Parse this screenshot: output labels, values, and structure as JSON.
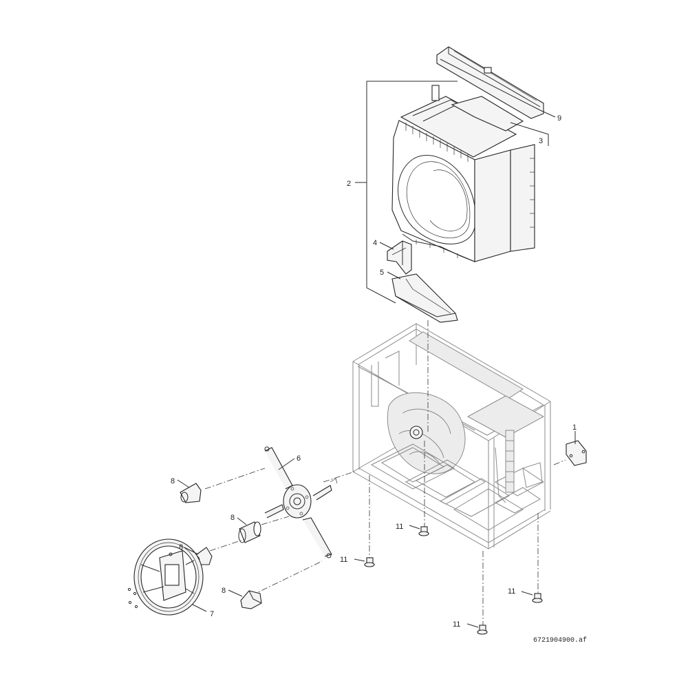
{
  "callouts": {
    "c1": "1",
    "c2": "2",
    "c3": "3",
    "c4": "4",
    "c5": "5",
    "c6": "6",
    "c7": "7",
    "c8a": "8",
    "c8b": "8",
    "c8c": "8",
    "c8d": "8",
    "c9": "9",
    "c11a": "11",
    "c11b": "11",
    "c11c": "11",
    "c11d": "11"
  },
  "drawing_number": "6721904900.af"
}
